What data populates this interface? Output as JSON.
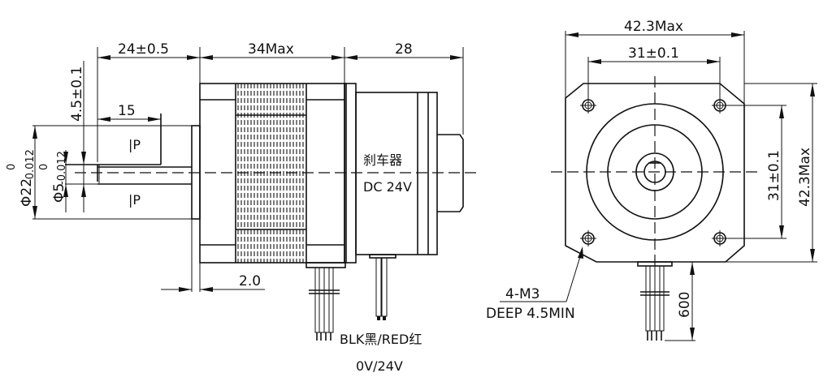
{
  "drawing": {
    "title": "Stepper motor with brake – dimension drawing",
    "units": "mm",
    "side_view": {
      "dimensions": {
        "shaft_length": "24±0.5",
        "motor_body_length": "34Max",
        "brake_length": "28",
        "flat_length": "15",
        "flat_depth": "4.5±0.1",
        "boss_diameter_main": "Φ22",
        "boss_diameter_tol_upper": "0",
        "boss_diameter_tol_lower": "-0.012",
        "shaft_diameter_main": "Φ5",
        "shaft_diameter_tol_upper": "0",
        "shaft_diameter_tol_lower": "-0.012",
        "boss_height": "2.0"
      },
      "flat_marks": [
        "|P",
        "|P"
      ],
      "brake_label": "刹车器",
      "brake_voltage": "DC 24V",
      "brake_wires_label": "BLK黑/RED红",
      "brake_wires_voltage": "0V/24V"
    },
    "front_view": {
      "dimensions": {
        "width": "42.3Max",
        "hole_spacing_h": "31±0.1",
        "hole_spacing_v": "31±0.1",
        "height": "42.3Max",
        "cable_length": "600"
      },
      "hole_callout_line1": "4-M3",
      "hole_callout_line2": "DEEP 4.5MIN"
    }
  }
}
